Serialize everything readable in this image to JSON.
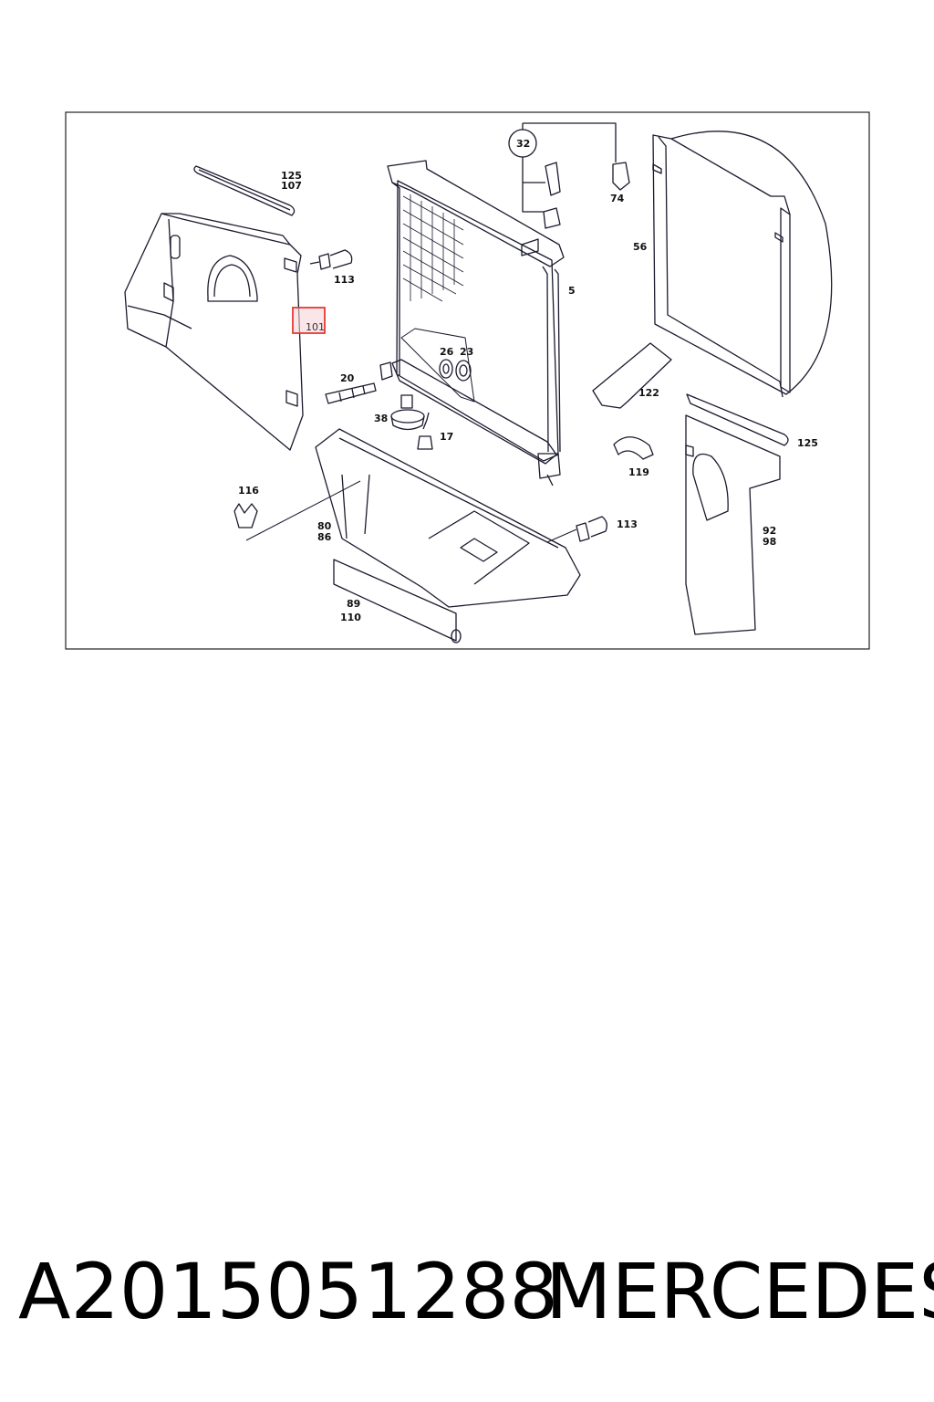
{
  "diagram": {
    "labels": {
      "l125a": "125",
      "l107": "107",
      "l113a": "113",
      "l101": "101",
      "l20": "20",
      "l38": "38",
      "l17": "17",
      "l26": "26",
      "l23": "23",
      "l32": "32",
      "l74": "74",
      "l5": "5",
      "l56": "56",
      "l122": "122",
      "l125b": "125",
      "l119": "119",
      "l116": "116",
      "l80": "80",
      "l86": "86",
      "l113b": "113",
      "l92": "92",
      "l98": "98",
      "l89": "89",
      "l110": "110"
    },
    "highlight_color": "#e53935"
  },
  "footer": {
    "part_number": "A2015051288",
    "brand": "MERCEDES"
  }
}
